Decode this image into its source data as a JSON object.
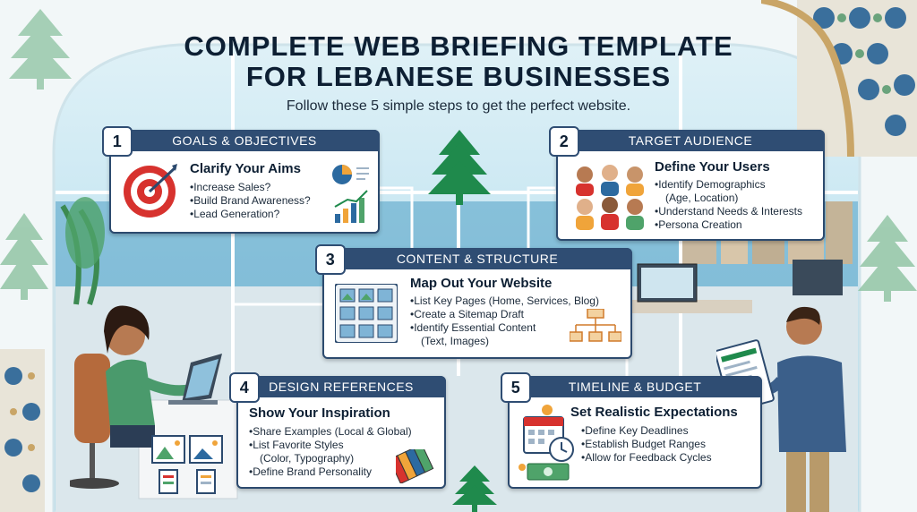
{
  "header": {
    "title_line1": "COMPLETE WEB BRIEFING TEMPLATE",
    "title_line2": "FOR LEBANESE BUSINESSES",
    "subtitle": "Follow these 5 simple steps to get the perfect website."
  },
  "steps": [
    {
      "number": "1",
      "heading": "GOALS & OBJECTIVES",
      "title": "Clarify Your Aims",
      "bullets": [
        "Increase Sales?",
        "Build Brand Awareness?",
        "Lead Generation?"
      ]
    },
    {
      "number": "2",
      "heading": "TARGET AUDIENCE",
      "title": "Define Your Users",
      "bullets": [
        "Identify Demographics",
        "(Age, Location)",
        "Understand Needs & Interests",
        "Persona Creation"
      ]
    },
    {
      "number": "3",
      "heading": "CONTENT & STRUCTURE",
      "title": "Map Out Your Website",
      "bullets": [
        "List Key Pages (Home, Services, Blog)",
        "Create a Sitemap Draft",
        "Identify Essential Content",
        "(Text, Images)"
      ]
    },
    {
      "number": "4",
      "heading": "DESIGN REFERENCES",
      "title": "Show Your Inspiration",
      "bullets": [
        "Share Examples (Local & Global)",
        "List Favorite Styles",
        "(Color, Typography)",
        "Define Brand Personality"
      ]
    },
    {
      "number": "5",
      "heading": "TIMELINE & BUDGET",
      "title": "Set Realistic Expectations",
      "bullets": [
        "Define Key Deadlines",
        "Establish Budget Ranges",
        "Allow for Feedback Cycles"
      ]
    }
  ],
  "colors": {
    "header_bar": "#2f4d73",
    "card_border": "#2c4a6e",
    "title_text": "#0d1f33",
    "cedar_green": "#1f8a4c",
    "sky": "#bfe3f0"
  }
}
